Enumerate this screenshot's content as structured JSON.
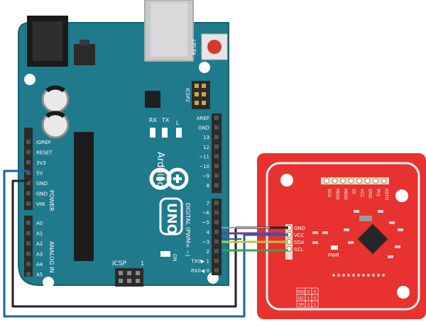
{
  "colors": {
    "board_teal": "#1f7a8c",
    "board_edge": "#17606e",
    "header_black": "#2b2b2b",
    "usb_silver": "#c9c9c9",
    "reset_red": "#d23b30",
    "nfc_red": "#e8322f",
    "nfc_border": "#f3f3f3",
    "wire_gnd": "#222222",
    "wire_vcc": "#1f5fa8",
    "wire_sda": "#b9c93a",
    "wire_scl": "#3aa14a",
    "wire_purple": "#6b3fa0",
    "wire_grey": "#9a9a9a"
  },
  "arduino": {
    "reset_label": "RESET",
    "icsp2_label": "ICSP2",
    "tx_label": "TX",
    "rx_label": "RX",
    "l_label": "L",
    "brand_label": "Arduino",
    "model_label": "UNO",
    "on_label": "ON",
    "icsp_label": "ICSP",
    "icsp_pin1": "1",
    "digital_label": "DIGITAL (PWM= ~)",
    "power_label": "POWER",
    "analog_label": "ANALOG IN",
    "power_pins": [
      "IOREF",
      "RESET",
      "3V3",
      "5V",
      "GND",
      "GND",
      "VIN"
    ],
    "analog_pins": [
      "A0",
      "A1",
      "A2",
      "A3",
      "A4",
      "A5"
    ],
    "digital_top_pins": [
      "AREF",
      "GND",
      "13",
      "12",
      "~11",
      "~10",
      "~9",
      "8"
    ],
    "digital_bottom_pins": [
      "7",
      "~6",
      "~5",
      "4",
      "~3",
      "2",
      "TX0▶ 1",
      "RX0◀ 0"
    ]
  },
  "nfc": {
    "pins": [
      "GND",
      "VCC",
      "SDA",
      "SCL"
    ],
    "top_pins": [
      "SCK",
      "MISO",
      "MOSI",
      "SS",
      "VCC",
      "GND",
      "IRQ",
      "RSTO"
    ],
    "pwr_label": "PWR",
    "table_rows": [
      [
        "HSU",
        "0",
        "0"
      ],
      [
        "I2C",
        "1",
        "0"
      ],
      [
        "SPI",
        "0",
        "1"
      ]
    ]
  }
}
